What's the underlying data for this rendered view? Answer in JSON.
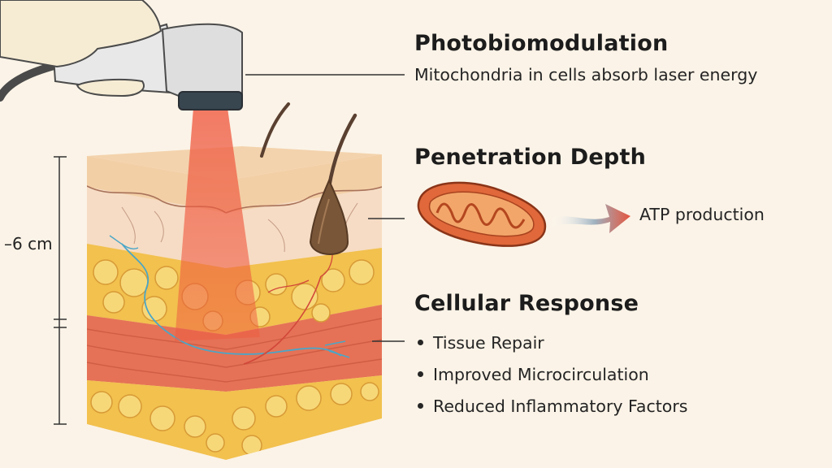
{
  "photobiomodulation": {
    "title": "Photobiomodulation",
    "description": "Mitochondria in cells absorb laser energy"
  },
  "penetration": {
    "title": "Penetration Depth",
    "depth_label": "–6 cm",
    "atp_label": "ATP production"
  },
  "cellular_response": {
    "title": "Cellular Response",
    "items": [
      "Tissue Repair",
      "Improved Microcirculation",
      "Reduced Inflammatory Factors"
    ]
  },
  "colors": {
    "background": "#fbf3e7",
    "laser_beam": "#ef5a40",
    "epidermis": "#f3cfa6",
    "dermis": "#f6dcc4",
    "fat_layer": "#f2c14e",
    "muscle_layer": "#e57256",
    "mitochondrion": "#e0683a",
    "probe_tip": "#384650",
    "hand_skin": "#f6ecd4"
  },
  "icons": [
    "laser-probe-icon",
    "hand-icon",
    "hair-follicle-icon",
    "mitochondrion-icon",
    "arrow-icon"
  ]
}
